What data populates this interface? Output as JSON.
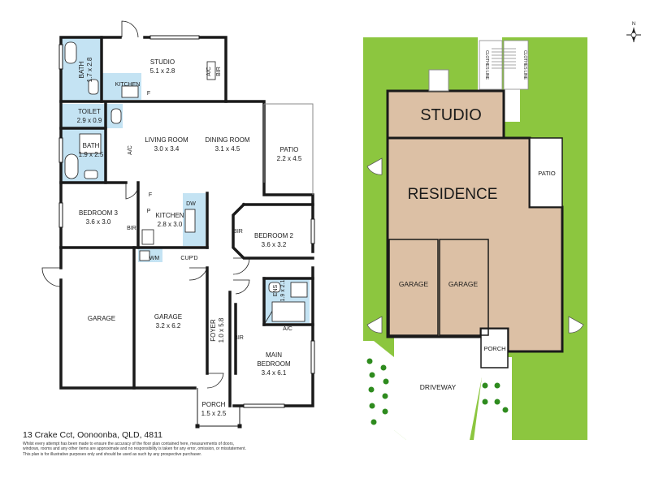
{
  "floor_plan": {
    "rooms": {
      "studio": {
        "name": "STUDIO",
        "size": "5.1 x 2.8"
      },
      "bath_top": {
        "name": "BATH",
        "size": "1.7 x 2.8"
      },
      "toilet": {
        "name": "TOILET",
        "size": "2.9 x 0.9"
      },
      "bath": {
        "name": "BATH",
        "size": "1.9 x 2.5"
      },
      "living": {
        "name": "LIVING ROOM",
        "size": "3.0 x 3.4"
      },
      "dining": {
        "name": "DINING ROOM",
        "size": "3.1 x 4.5"
      },
      "patio": {
        "name": "PATIO",
        "size": "2.2 x 4.5"
      },
      "bedroom3": {
        "name": "BEDROOM 3",
        "size": "3.6 x 3.0"
      },
      "kitchen": {
        "name": "KITCHEN",
        "size": "2.8 x 3.0"
      },
      "bedroom2": {
        "name": "BEDROOM 2",
        "size": "3.6 x 3.2"
      },
      "garage_left": {
        "name": "GARAGE"
      },
      "garage": {
        "name": "GARAGE",
        "size": "3.2 x 6.2"
      },
      "foyer": {
        "name": "FOYER",
        "size": "1.0 x 5.8"
      },
      "ens": {
        "name": "ENS",
        "size": "1.9 x 2.1"
      },
      "main_bedroom": {
        "name_line1": "MAIN",
        "name_line2": "BEDROOM",
        "size": "3.4 x 6.1"
      },
      "porch": {
        "name": "PORCH",
        "size": "1.5 x 2.5"
      }
    },
    "fixtures": {
      "kitchenette": "KITCHEN",
      "f": "F",
      "ac": "A/C",
      "bir": "BIR",
      "p": "P",
      "dw": "DW",
      "wm": "WM",
      "cupd": "CUP'D"
    }
  },
  "site_plan": {
    "studio": "STUDIO",
    "residence": "RESIDENCE",
    "patio": "PATIO",
    "garage": "GARAGE",
    "porch": "PORCH",
    "driveway": "DRIVEWAY",
    "clothes_line": "CLOTHES LINE",
    "north": "N",
    "colors": {
      "lawn": "#8cc63f",
      "building": "#dcc0a5",
      "tree": "#2e8b1e",
      "walls": "#1a1a1a"
    }
  },
  "footer": {
    "address": "13 Crake Cct, Oonoonba, QLD, 4811",
    "disclaimer_line1": "Whilst every attempt has been made to ensure the accuracy of the floor plan contained here, measurements of doors,",
    "disclaimer_line2": "windows, rooms and any other items are approximate and no responsibility is taken for any error, omission, or misstatement.",
    "disclaimer_line3": "This plan is for illustrative purposes only and should be used as such by any prospective purchaser."
  }
}
